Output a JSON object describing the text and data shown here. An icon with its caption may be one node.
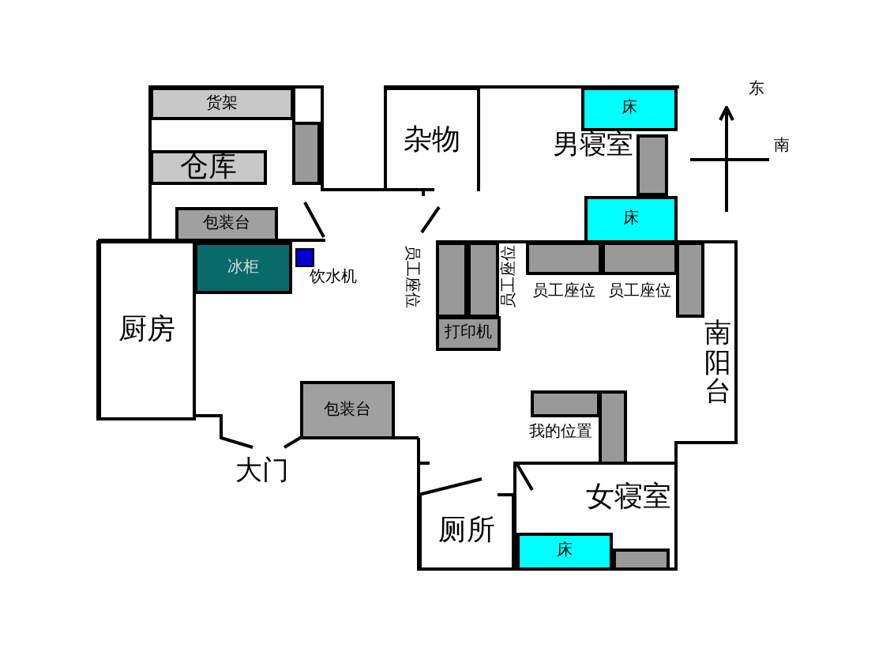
{
  "diagram": {
    "nodes": [
      {
        "text": [
          "货架"
        ]
      },
      {
        "text": [
          "杂物"
        ]
      },
      {
        "text": [
          "床"
        ]
      },
      {
        "text": [],
        "shape": "box"
      },
      {
        "text": [],
        "shape": "box"
      },
      {
        "text": [
          "仓库"
        ]
      },
      {
        "text": [
          "床"
        ]
      },
      {
        "text": [
          "包装台"
        ]
      },
      {
        "text": [
          "厨房"
        ]
      },
      {
        "text": [
          "冰柜"
        ]
      },
      {
        "text": [],
        "shape": "box",
        "beside": [
          "员工座位"
        ]
      },
      {
        "text": [],
        "shape": "box",
        "beside": [
          "员工座位"
        ]
      },
      {
        "text": [],
        "shape": "box",
        "beside": [
          "员工座位"
        ]
      },
      {
        "text": [],
        "shape": "box",
        "beside": [
          "员工座位"
        ]
      },
      {
        "text": [],
        "shape": "box"
      },
      {
        "text": [],
        "shape": "box",
        "beside": [
          "饮水机"
        ]
      },
      {
        "text": [
          "打印机"
        ]
      },
      {
        "text": [
          "包装台"
        ]
      },
      {
        "text": [],
        "shape": "box",
        "beside": [
          "我的位置"
        ]
      },
      {
        "text": [],
        "shape": "box"
      },
      {
        "text": [
          "厕所"
        ]
      },
      {
        "text": [
          "女寝室"
        ]
      },
      {
        "text": [
          "床"
        ],
        "in": 21
      },
      {
        "text": [],
        "shape": "box",
        "in": 21
      }
    ],
    "edges": [],
    "labels": [
      "东",
      "南",
      "男寝室",
      "南阳台",
      "大门"
    ]
  }
}
